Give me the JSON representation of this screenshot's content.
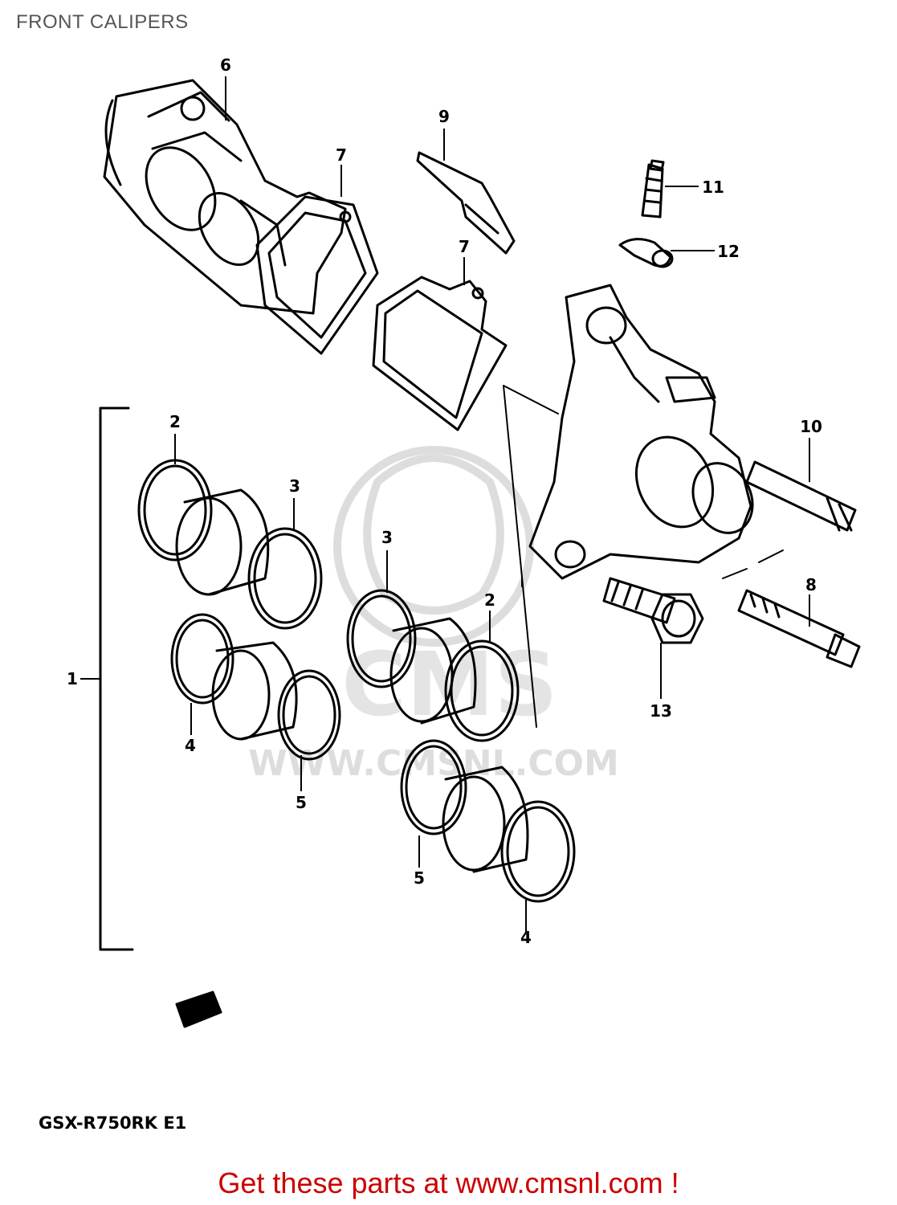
{
  "page": {
    "title": "FRONT CALIPERS"
  },
  "diagram": {
    "model_code": "GSX-R750RK E1",
    "watermark": "WWW.CMSNL.COM",
    "callouts": {
      "c1": "1",
      "c2a": "2",
      "c2b": "2",
      "c3a": "3",
      "c3b": "3",
      "c4a": "4",
      "c4b": "4",
      "c5a": "5",
      "c5b": "5",
      "c6": "6",
      "c7a": "7",
      "c7b": "7",
      "c8": "8",
      "c9": "9",
      "c10": "10",
      "c11": "11",
      "c12": "12",
      "c13": "13"
    }
  },
  "footer": {
    "text": "Get these parts at www.cmsnl.com !",
    "color": "#cc0000"
  }
}
